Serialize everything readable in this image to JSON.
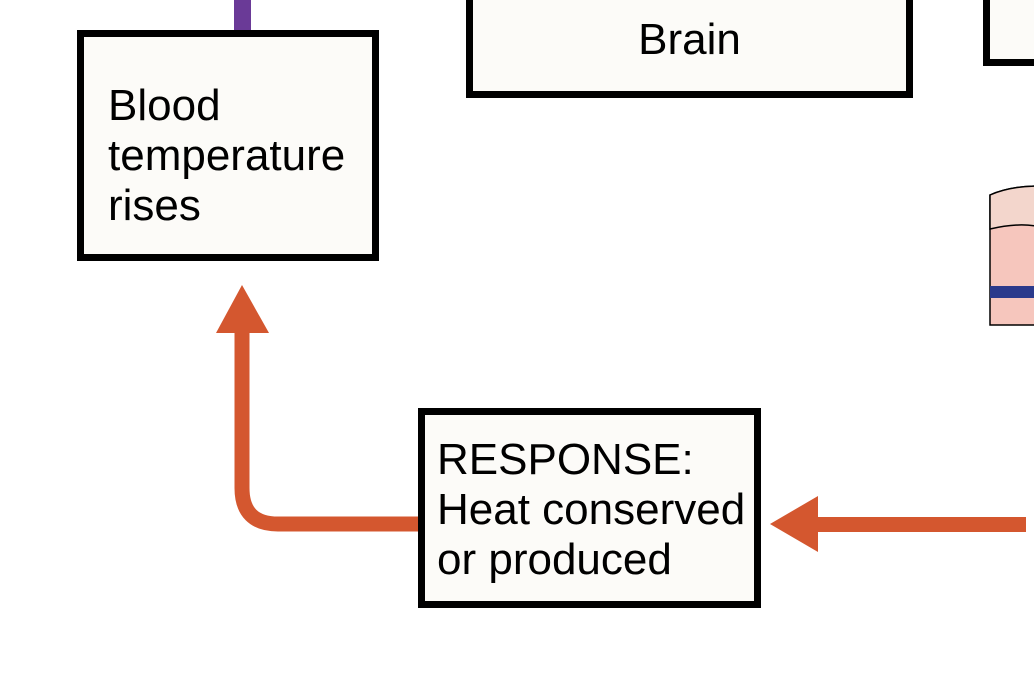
{
  "diagram": {
    "boxes": {
      "blood_temperature": {
        "lines": [
          "Blood",
          "temperature",
          "rises"
        ]
      },
      "brain": {
        "label": "Brain"
      },
      "response": {
        "lines": [
          "RESPONSE:",
          "Heat conserved",
          "or produced"
        ]
      }
    },
    "colors": {
      "arrow": "#d4572f",
      "stimulus_line": "#6a3a97",
      "box_fill": "#fcfbf8",
      "box_border": "#000000",
      "tissue_light": "#f3d6cc",
      "tissue_mid": "#f6c6bd",
      "vessel": "#2b3a8c"
    }
  }
}
